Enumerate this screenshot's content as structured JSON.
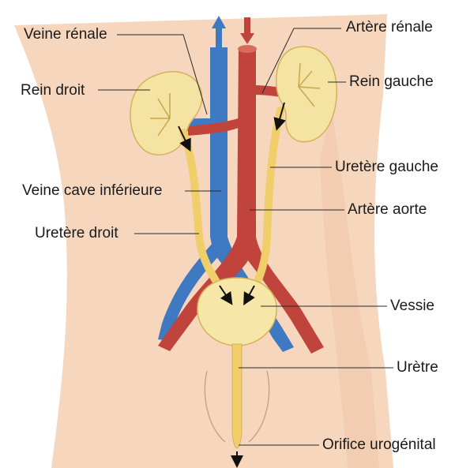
{
  "diagram": {
    "labels": {
      "veine_renale": "Veine rénale",
      "rein_droit": "Rein droit",
      "veine_cave": "Veine cave inférieure",
      "uretere_droit": "Uretère droit",
      "artere_renale": "Artère rénale",
      "rein_gauche": "Rein gauche",
      "uretere_gauche": "Uretère gauche",
      "artere_aorte": "Artère aorte",
      "vessie": "Vessie",
      "uretre": "Urètre",
      "orifice": "Orifice urogénital"
    },
    "colors": {
      "skin": "#f6d7bd",
      "vein": "#3f79c2",
      "artery": "#c0443c",
      "kidney": "#f5e3a4",
      "ureter": "#f0cf6a",
      "leader": "#2a2a2a"
    }
  }
}
